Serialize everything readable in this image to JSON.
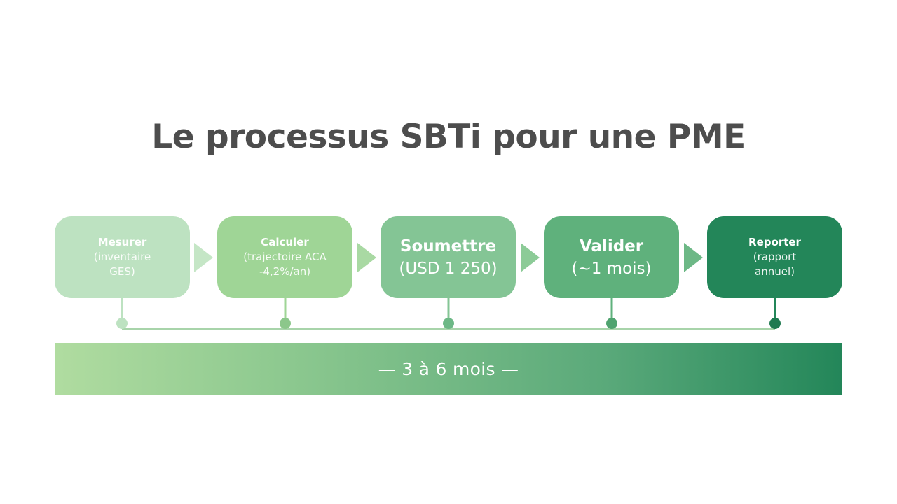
{
  "title": "Le processus SBTi pour une PME",
  "steps": [
    {
      "name": "Mesurer",
      "detail": "(inventaire GES)",
      "color": "#bde2c1"
    },
    {
      "name": "Calculer",
      "detail": "(trajectoire ACA -4,2%/an)",
      "color": "#9fd596"
    },
    {
      "name": "Soumettre",
      "detail": "(USD 1 250)",
      "color": "#84c595"
    },
    {
      "name": "Valider",
      "detail": "(~1 mois)",
      "color": "#5fb17c"
    },
    {
      "name": "Reporter",
      "detail": "(rapport annuel)",
      "color": "#238659"
    }
  ],
  "duration": {
    "label": "— 3 à 6 mois —"
  },
  "colors": {
    "title": "#4d4d4d",
    "bar_start": "#b0dca0",
    "bar_end": "#238659"
  }
}
